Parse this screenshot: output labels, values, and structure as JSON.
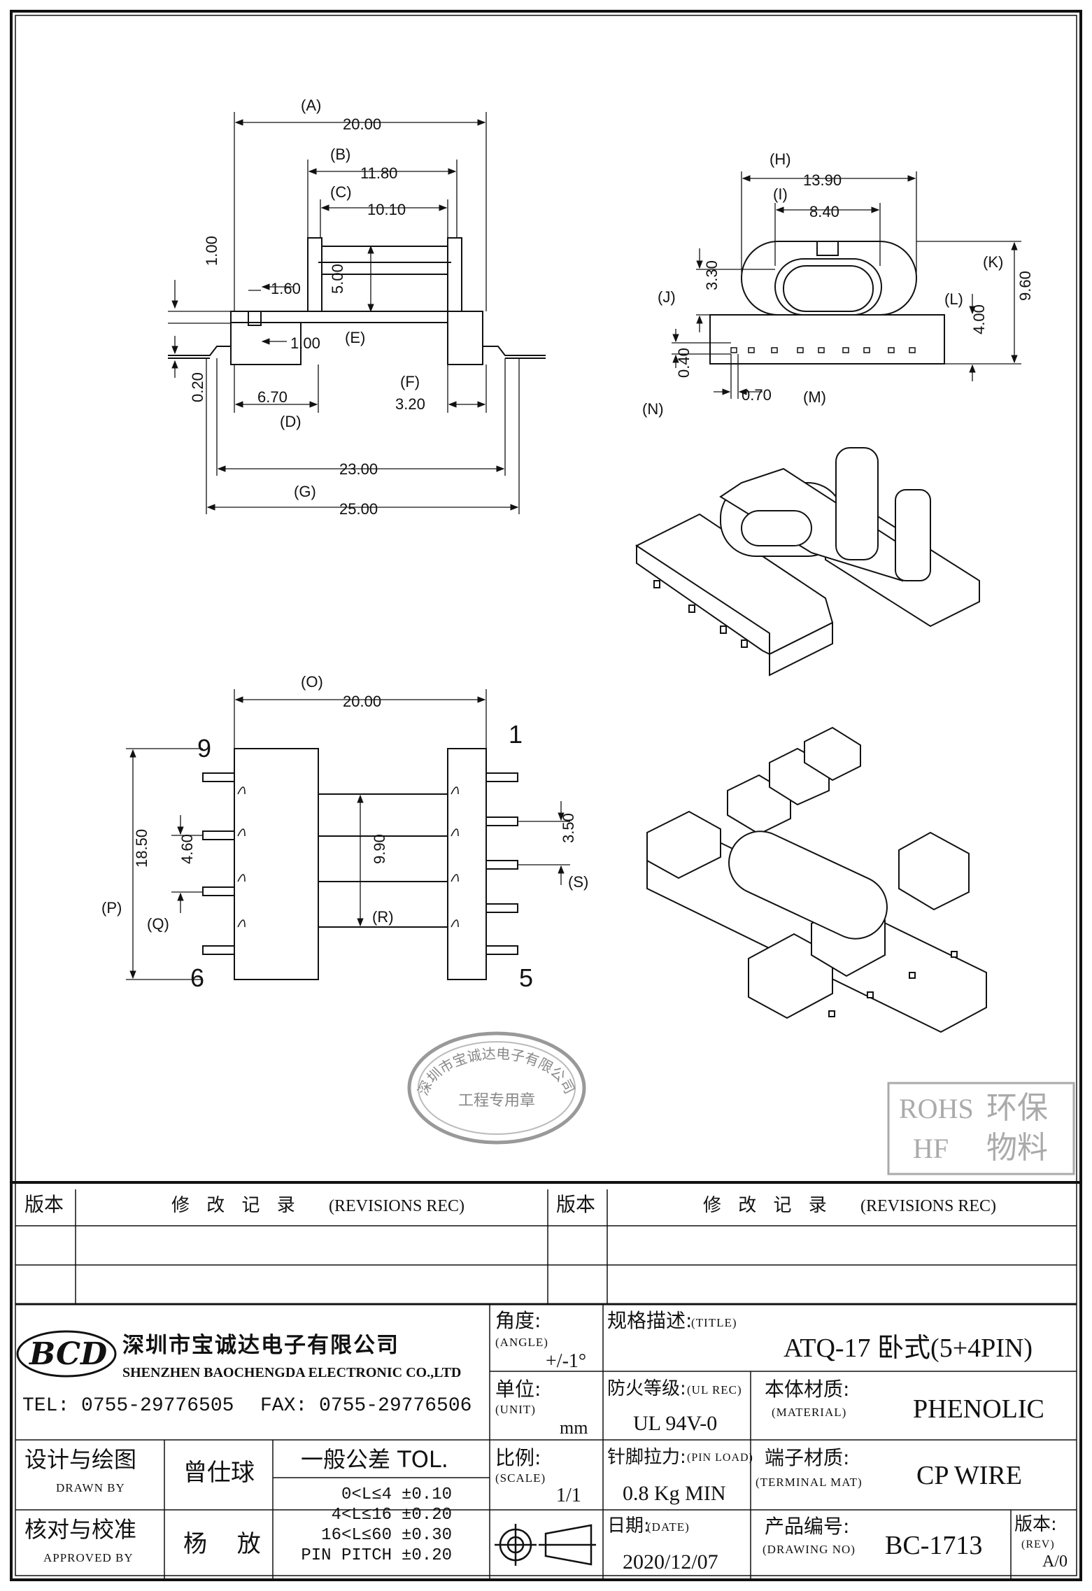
{
  "drawing": {
    "top_view_labels": {
      "A": "(A)",
      "B": "(B)",
      "C": "(C)",
      "D": "(D)",
      "E": "(E)",
      "F": "(F)",
      "G": "(G)",
      "dim_A": "20.00",
      "dim_B": "11.80",
      "dim_C": "10.10",
      "dim_E": "5.00",
      "dim_D": "6.70",
      "dim_F": "3.20",
      "dim_23": "23.00",
      "dim_G": "25.00",
      "dim_100a": "1.00",
      "dim_160": "1.60",
      "dim_100b": "1.00",
      "dim_020": "0.20"
    },
    "side_view_labels": {
      "H": "(H)",
      "I": "(I)",
      "J": "(J)",
      "K": "(K)",
      "L": "(L)",
      "M": "(M)",
      "N": "(N)",
      "dim_H": "13.90",
      "dim_I": "8.40",
      "dim_J": "3.30",
      "dim_K": "9.60",
      "dim_L": "4.00",
      "dim_M": "0.70",
      "dim_N": "0.40"
    },
    "bottom_view_labels": {
      "O": "(O)",
      "P": "(P)",
      "Q": "(Q)",
      "R": "(R)",
      "S": "(S)",
      "dim_O": "20.00",
      "dim_P": "18.50",
      "dim_Q": "4.60",
      "dim_R": "9.90",
      "dim_S": "3.50",
      "pin_9": "9",
      "pin_6": "6",
      "pin_1": "1",
      "pin_5": "5"
    },
    "stamp": {
      "company": "深圳市宝诚达电子有限公司",
      "caption": "工程专用章"
    },
    "rohs": {
      "l1": "ROHS",
      "l2": "HF",
      "r1": "环保",
      "r2": "物料"
    }
  },
  "title_block": {
    "rev_header_left": "版本",
    "rev_header_mid": "修 改 记 录",
    "rev_header_mid_en": "(REVISIONS REC)",
    "rev_header_right": "版本",
    "rev_header_right_mid": "修 改 记 录",
    "rev_header_right_mid_en": "(REVISIONS REC)",
    "company_cn": "深圳市宝诚达电子有限公司",
    "company_en": "SHENZHEN BAOCHENGDA ELECTRONIC CO.,LTD",
    "logo": "BCD",
    "tel": "TEL: 0755-29776505",
    "fax": "FAX: 0755-29776506",
    "angle_cn": "角度:",
    "angle_en": "(ANGLE)",
    "angle_val": "+/-1°",
    "unit_cn": "单位:",
    "unit_en": "(UNIT)",
    "unit_val": "mm",
    "scale_cn": "比例:",
    "scale_en": "(SCALE)",
    "scale_val": "1/1",
    "title_cn": "规格描述:",
    "title_en": "(TITLE)",
    "title_val": "ATQ-17 卧式(5+4PIN)",
    "ul_cn": "防火等级:",
    "ul_en": "(UL REC)",
    "ul_val": "UL 94V-0",
    "mat_cn": "本体材质:",
    "mat_en": "(MATERIAL)",
    "mat_val": "PHENOLIC",
    "pinload_cn": "针脚拉力:",
    "pinload_en": "(PIN LOAD)",
    "pinload_val": "0.8 Kg MIN",
    "term_cn": "端子材质:",
    "term_en": "(TERMINAL MAT)",
    "term_val": "CP WIRE",
    "date_cn": "日期:",
    "date_en": "(DATE)",
    "date_val": "2020/12/07",
    "dwg_cn": "产品编号:",
    "dwg_en": "(DRAWING NO)",
    "dwg_val": "BC-1713",
    "rev_cn": "版本:",
    "rev_en": "(REV)",
    "rev_val": "A/0",
    "drawn_cn": "设计与绘图",
    "drawn_en": "DRAWN BY",
    "drawn_name": "曾仕球",
    "approved_cn": "核对与校准",
    "approved_en": "APPROVED BY",
    "approved_name": "杨 放",
    "tol_title": "一般公差 TOL.",
    "tol_rows": [
      {
        "range": "0<L≤4",
        "value": "±0.10"
      },
      {
        "range": "4<L≤16",
        "value": "±0.20"
      },
      {
        "range": "16<L≤60",
        "value": "±0.30"
      },
      {
        "range": "PIN PITCH",
        "value": "±0.20"
      }
    ]
  }
}
